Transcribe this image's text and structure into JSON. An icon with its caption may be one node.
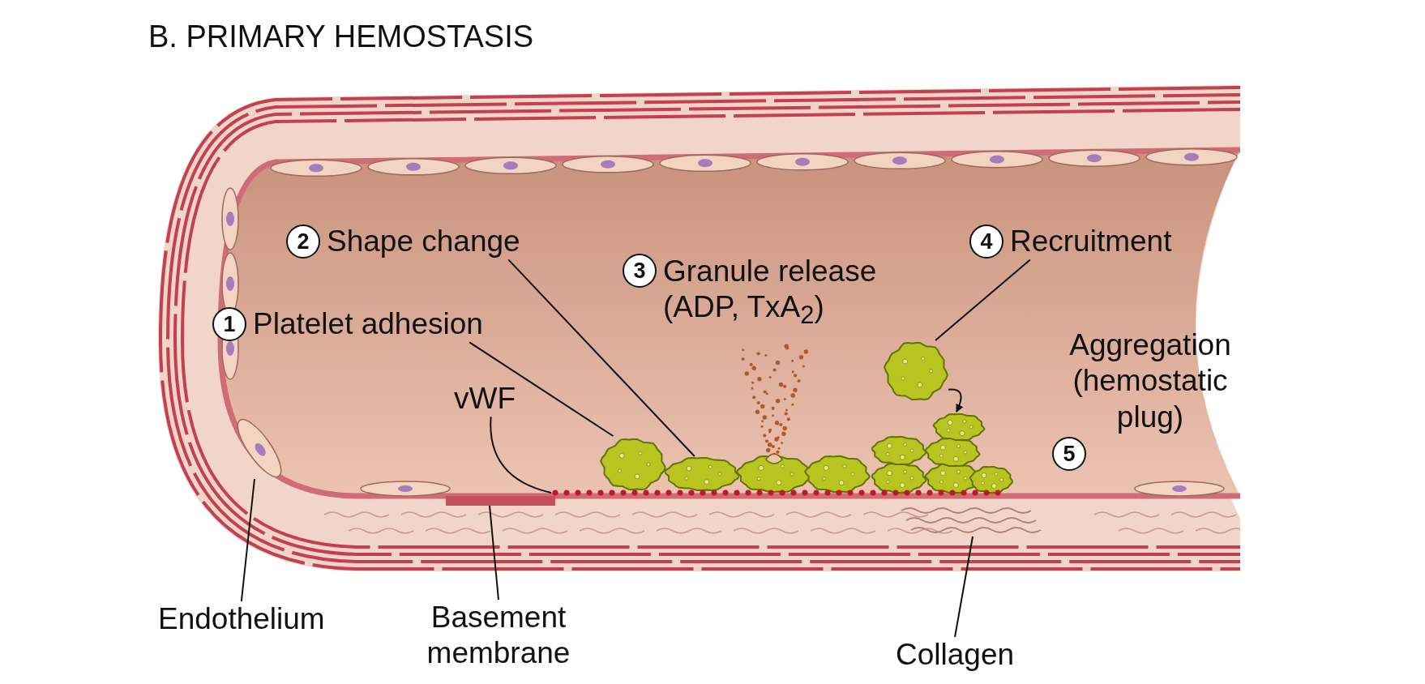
{
  "diagram": {
    "title": "B. PRIMARY HEMOSTASIS",
    "nodes": [
      {
        "text": [
          "1",
          "Platelet adhesion"
        ]
      },
      {
        "text": [
          "2",
          "Shape change"
        ]
      },
      {
        "text": [
          "4",
          "Recruitment"
        ]
      },
      {
        "text": [
          "vWF"
        ]
      },
      {
        "text": [
          "Endothelium"
        ]
      },
      {
        "text": [
          "Basement membrane"
        ]
      },
      {
        "text": [
          "Collagen"
        ]
      },
      {
        "text": [],
        "shape": "picture"
      },
      {
        "text": [],
        "shape": "picture"
      },
      {
        "text": [],
        "shape": "picture"
      },
      {
        "text": [],
        "shape": "picture"
      },
      {
        "text": [],
        "shape": "picture"
      },
      {
        "text": [],
        "shape": "picture"
      },
      {
        "text": [],
        "shape": "bar"
      },
      {
        "text": [],
        "shape": "picture"
      },
      {
        "text": [
          "3",
          "Granule release (ADP, TxA$_{2}$)"
        ]
      },
      {
        "text": [
          "Aggregation (hemostatic plug)",
          "5"
        ]
      }
    ],
    "edges": [
      {
        "from": 0,
        "to": 7,
        "arrow": "none"
      },
      {
        "from": 1,
        "to": 8,
        "arrow": "none"
      },
      {
        "from": 2,
        "to": 9,
        "arrow": "none"
      },
      {
        "from": 3,
        "to": 11,
        "arrow": "none"
      },
      {
        "from": 4,
        "to": 12,
        "arrow": "none"
      },
      {
        "from": 5,
        "to": 13,
        "arrow": "none"
      },
      {
        "from": 6,
        "to": 14,
        "arrow": "none"
      },
      {
        "from": 9,
        "to": 10,
        "arrow": "to"
      }
    ]
  }
}
